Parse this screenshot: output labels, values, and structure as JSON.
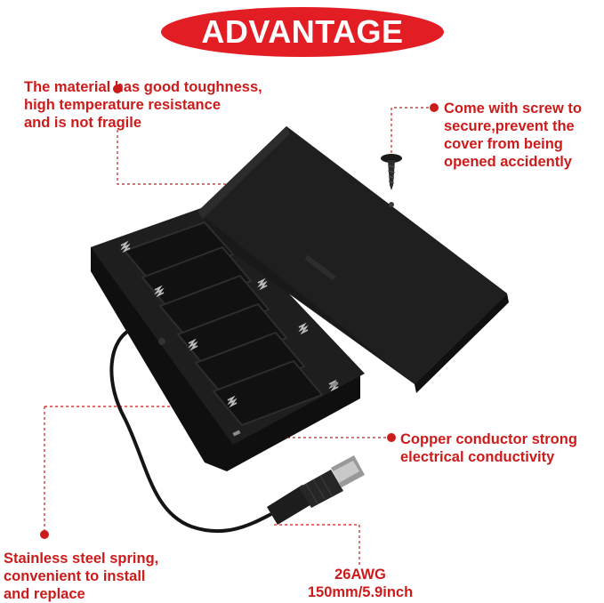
{
  "banner": {
    "title": "ADVANTAGE",
    "color": "#e21d23"
  },
  "callouts": {
    "toughness": "The material has good toughness,\nhigh temperature resistance\nand is not fragile",
    "screw": "Come with screw to\nsecure,prevent the\ncover from being\nopened accidently",
    "copper": "Copper conductor strong\nelectrical conductivity",
    "spring": "Stainless steel spring,\nconvenient to install\nand replace",
    "wire_gauge": "26AWG",
    "wire_length": "150mm/5.9inch"
  },
  "colors": {
    "accent": "#cc1b1b",
    "product": "#1c1c1c"
  },
  "icons": [
    "screw-icon",
    "dc-barrel-plug-icon",
    "battery-spring-icon"
  ]
}
